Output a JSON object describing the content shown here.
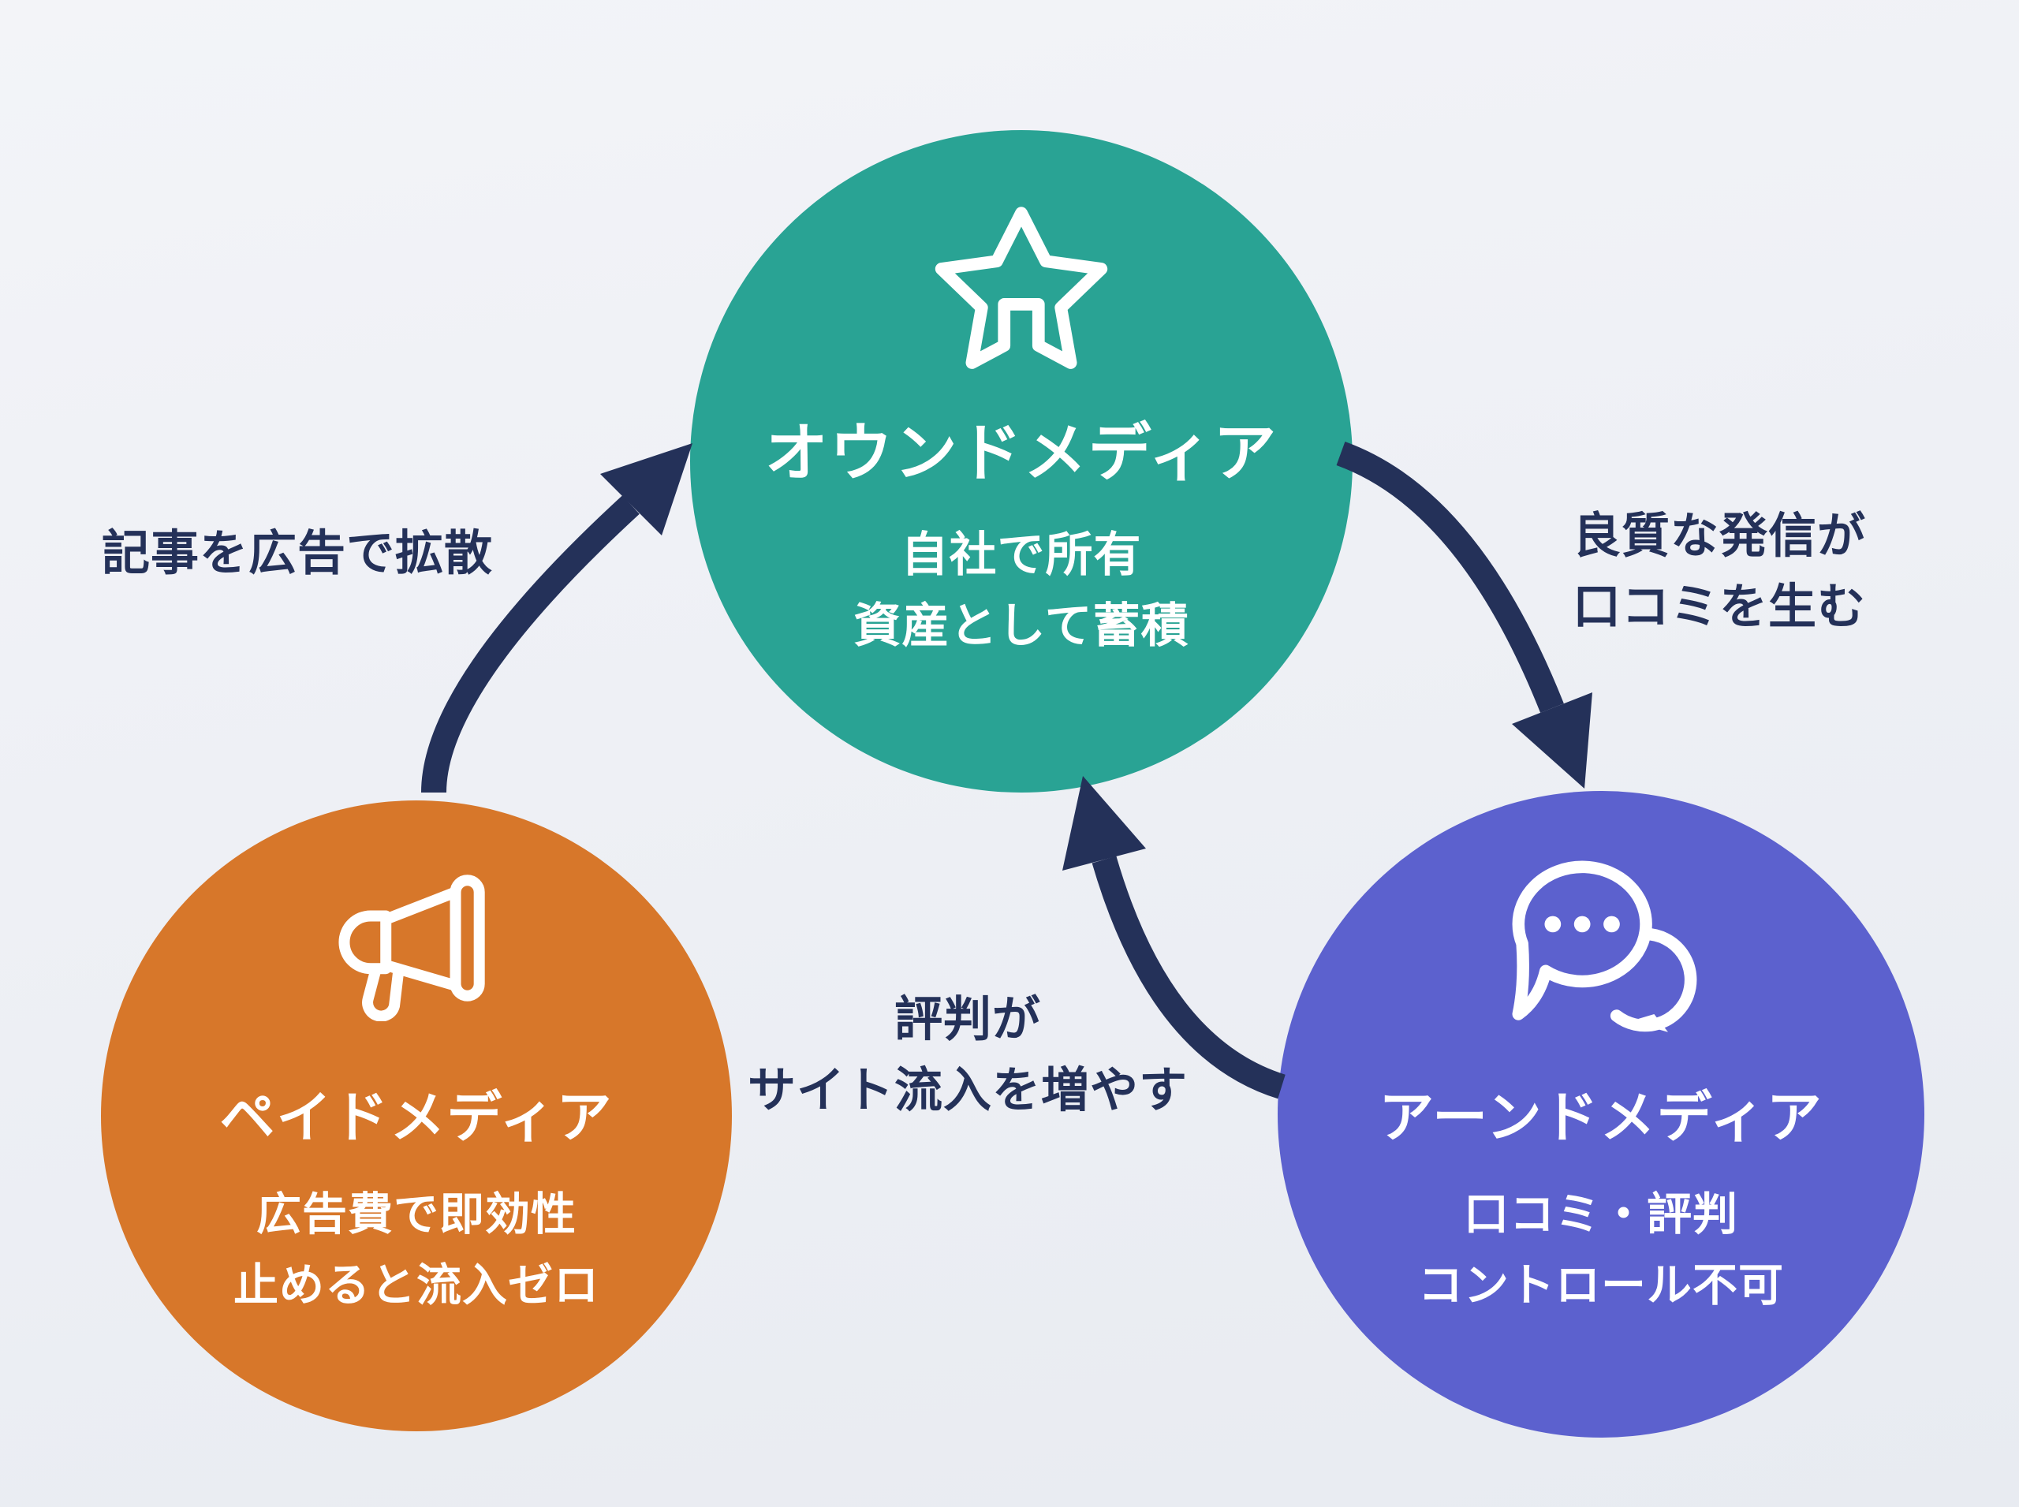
{
  "diagram": {
    "type": "cycle-diagram",
    "ink_color": "#243159",
    "background_top": "#f3f4f8",
    "background_bottom": "#e8ebf1",
    "nodes": {
      "owned": {
        "title": "オウンドメディア",
        "desc_line1": "自社で所有",
        "desc_line2": "資産として蓄積",
        "color": "#29a394",
        "icon": "star-icon"
      },
      "paid": {
        "title": "ペイドメディア",
        "desc_line1": "広告費で即効性",
        "desc_line2": "止めると流入ゼロ",
        "color": "#d7772a",
        "icon": "megaphone-icon"
      },
      "earned": {
        "title": "アーンドメディア",
        "desc_line1": "口コミ・評判",
        "desc_line2": "コントロール不可",
        "color": "#5c61ce",
        "icon": "chat-bubbles-icon"
      }
    },
    "edges": {
      "paid_to_owned": {
        "label": "記事を広告で拡散"
      },
      "owned_to_earned": {
        "label_line1": "良質な発信が",
        "label_line2": "口コミを生む"
      },
      "earned_to_owned": {
        "label_line1": "評判が",
        "label_line2": "サイト流入を増やす"
      }
    }
  }
}
